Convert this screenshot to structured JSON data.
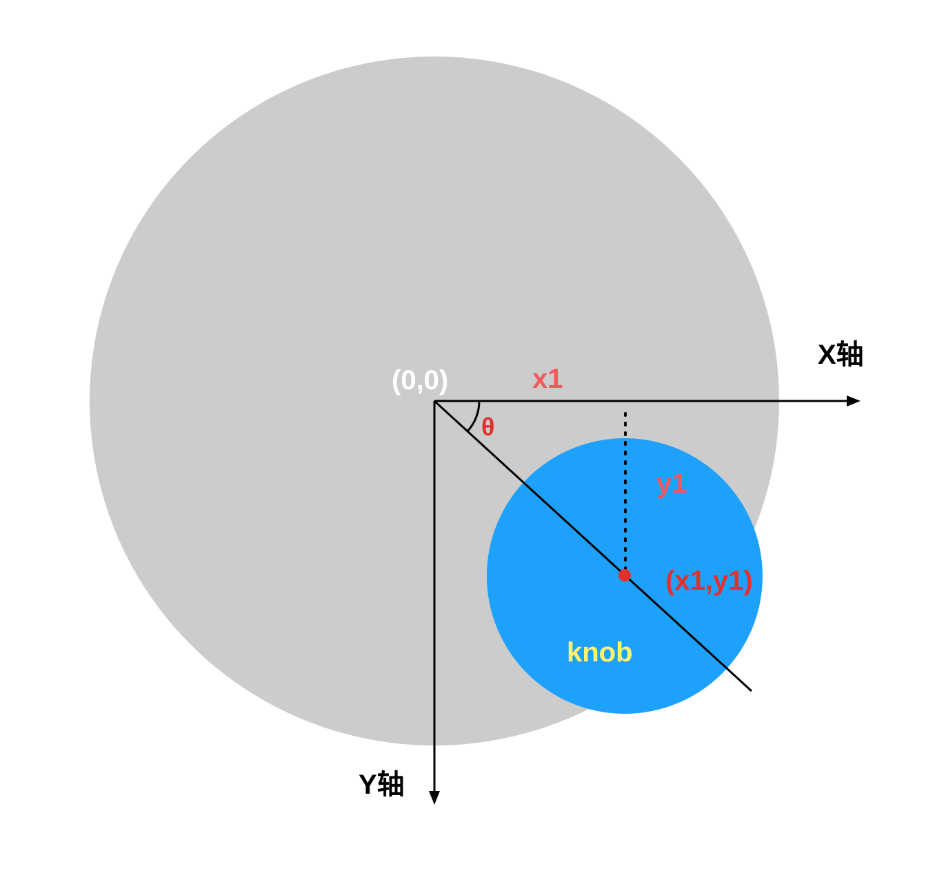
{
  "labels": {
    "origin": "(0,0)",
    "x_axis": "X轴",
    "y_axis": "Y轴",
    "x_component": "x1",
    "y_component": "y1",
    "angle": "θ",
    "point": "(x1,y1)",
    "knob": "knob"
  },
  "colors": {
    "base_circle": "#cccccc",
    "knob_circle": "#1ea1fa",
    "axis": "#000000",
    "origin_label": "#ffffff",
    "component_label": "#f05a5a",
    "point_label": "#e0312e",
    "knob_label": "#fff36e"
  }
}
